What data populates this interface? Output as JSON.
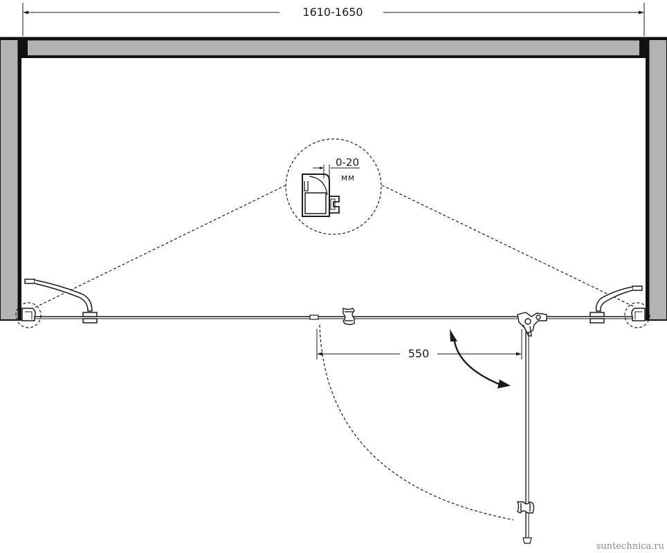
{
  "dimensions": {
    "overall_width": "1610-1650",
    "door_opening": "550"
  },
  "detail": {
    "adjustment": "0-20",
    "unit": "мм"
  },
  "watermark": "suntechnica.ru"
}
